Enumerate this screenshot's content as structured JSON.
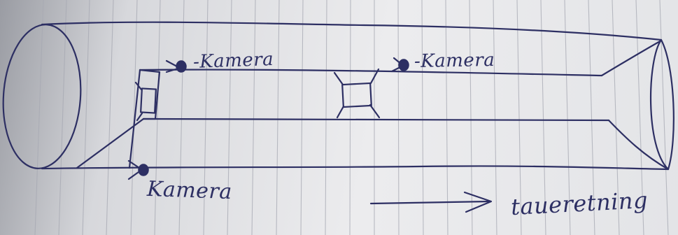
{
  "sketch": {
    "labels": {
      "camera_1": "-Kamera",
      "camera_2": "-Kamera",
      "camera_3": "Kamera",
      "direction": "taueretning"
    },
    "colors": {
      "ink": "#2d2f63",
      "paper": "#e9e9ec",
      "grid": "#a7a9b3"
    }
  }
}
